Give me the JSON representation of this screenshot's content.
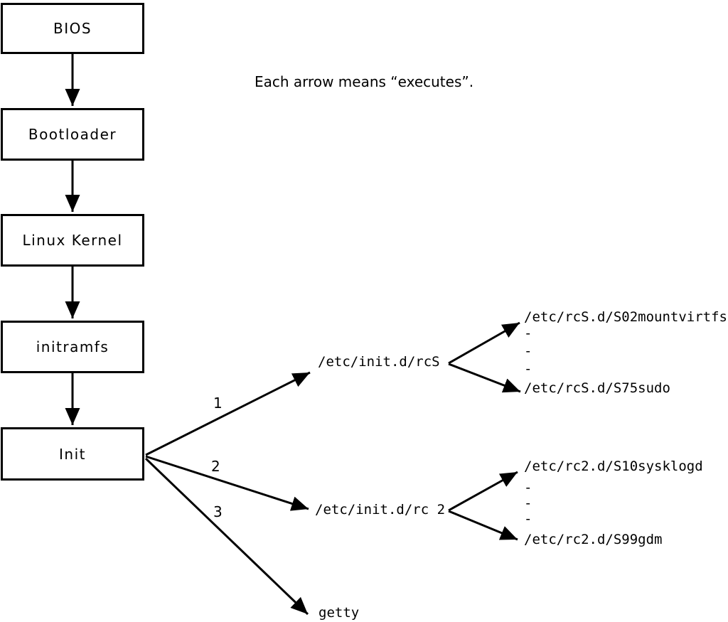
{
  "caption": "Each arrow means “executes”.",
  "boxes": [
    {
      "label": "BIOS"
    },
    {
      "label": "Bootloader"
    },
    {
      "label": "Linux Kernel"
    },
    {
      "label": "initramfs"
    },
    {
      "label": "Init"
    }
  ],
  "arrow_labels": {
    "one": "1",
    "two": "2",
    "three": "3"
  },
  "targets": {
    "rcS": "/etc/init.d/rcS",
    "rc2": "/etc/init.d/rc 2",
    "getty": "getty"
  },
  "rcS_children": {
    "first": "/etc/rcS.d/S02mountvirtfs",
    "dash": "-",
    "last": "/etc/rcS.d/S75sudo"
  },
  "rc2_children": {
    "first": "/etc/rc2.d/S10sysklogd",
    "dash": "-",
    "last": "/etc/rc2.d/S99gdm"
  },
  "colors": {
    "line": "#000000",
    "background": "#ffffff",
    "text": "#000000"
  }
}
